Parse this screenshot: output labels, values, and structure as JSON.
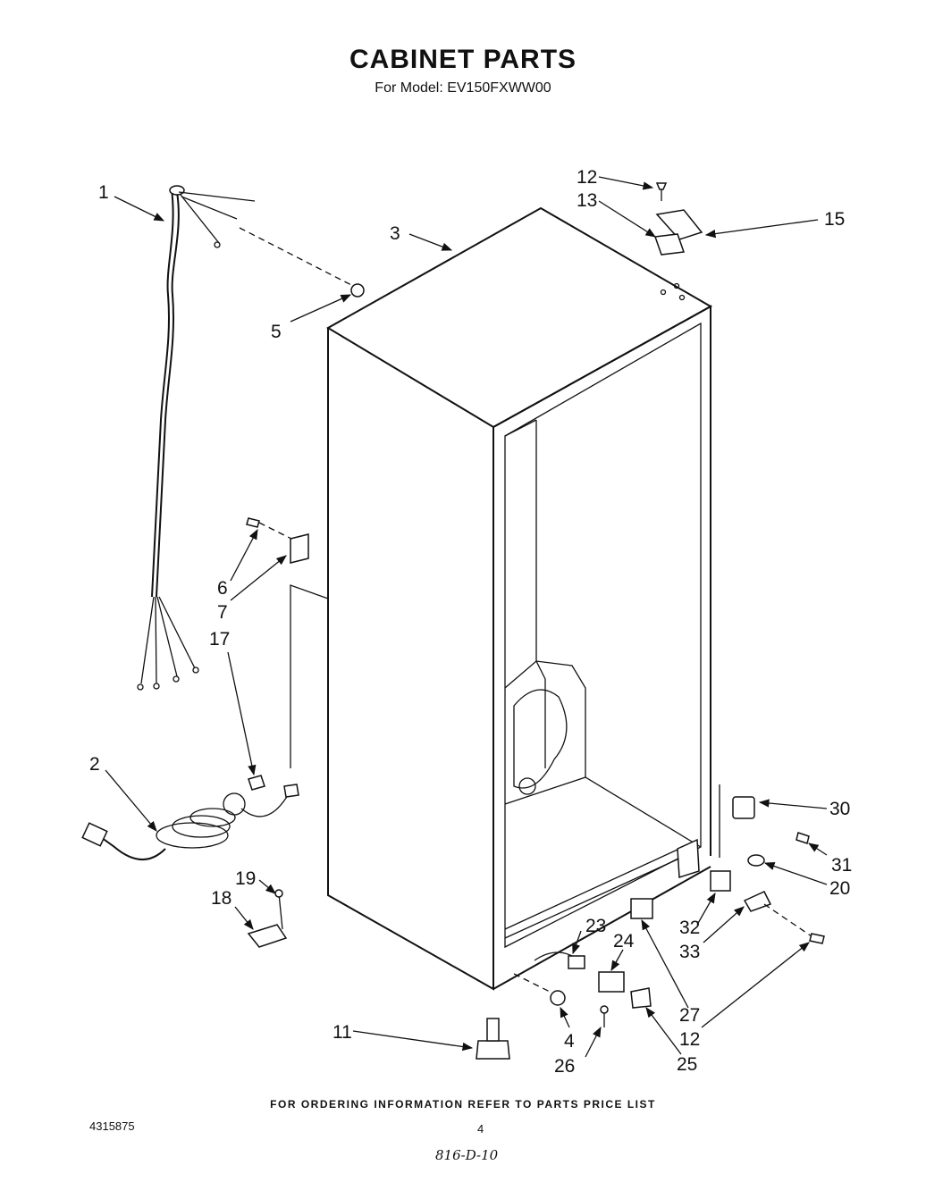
{
  "title": "CABINET PARTS",
  "subtitle": "For Model: EV150FXWW00",
  "footer_note": "FOR ORDERING INFORMATION REFER TO PARTS PRICE LIST",
  "doc_number": "4315875",
  "page_number": "4",
  "handwritten_note": "816-D-10",
  "callouts": {
    "c1": "1",
    "c2": "2",
    "c3": "3",
    "c4": "4",
    "c5": "5",
    "c6": "6",
    "c7": "7",
    "c11": "11",
    "c12a": "12",
    "c12b": "12",
    "c13": "13",
    "c15": "15",
    "c17": "17",
    "c18": "18",
    "c19": "19",
    "c20": "20",
    "c23": "23",
    "c24": "24",
    "c25": "25",
    "c26": "26",
    "c27": "27",
    "c30": "30",
    "c31": "31",
    "c32": "32",
    "c33": "33"
  }
}
